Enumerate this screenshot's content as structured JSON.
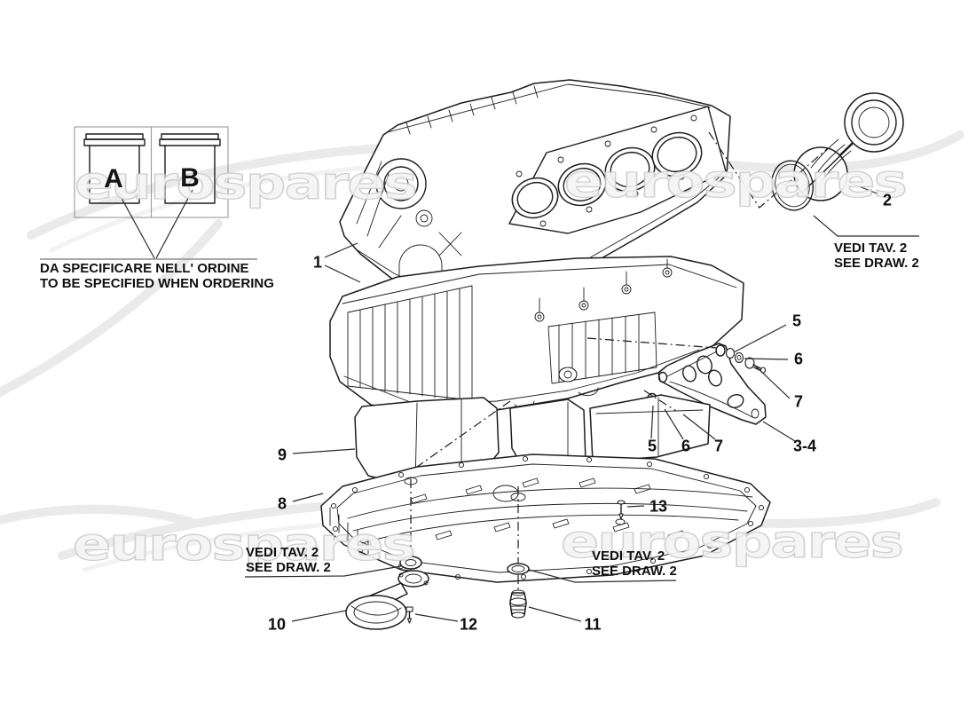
{
  "diagram_title": "engine-block-and-oil-sump-exploded-parts-diagram",
  "watermark": {
    "text": "eurospares"
  },
  "inset_box": {
    "liner_a_label": "A",
    "liner_b_label": "B",
    "order_note_line1": "DA SPECIFICARE NELL' ORDINE",
    "order_note_line2": "TO BE SPECIFIED WHEN ORDERING"
  },
  "part_labels": [
    {
      "num": "1"
    },
    {
      "num": "2"
    },
    {
      "num": "5"
    },
    {
      "num": "6"
    },
    {
      "num": "7"
    },
    {
      "num": "3-4"
    },
    {
      "num": "5"
    },
    {
      "num": "6"
    },
    {
      "num": "7"
    },
    {
      "num": "9"
    },
    {
      "num": "8"
    },
    {
      "num": "13"
    },
    {
      "num": "10"
    },
    {
      "num": "12"
    },
    {
      "num": "11"
    }
  ],
  "see_draw_notes": [
    {
      "line1": "VEDI TAV. 2",
      "line2": "SEE DRAW. 2"
    },
    {
      "line1": "VEDI TAV. 2",
      "line2": "SEE DRAW. 2"
    },
    {
      "line1": "VEDI TAV. 2",
      "line2": "SEE DRAW. 2"
    }
  ]
}
